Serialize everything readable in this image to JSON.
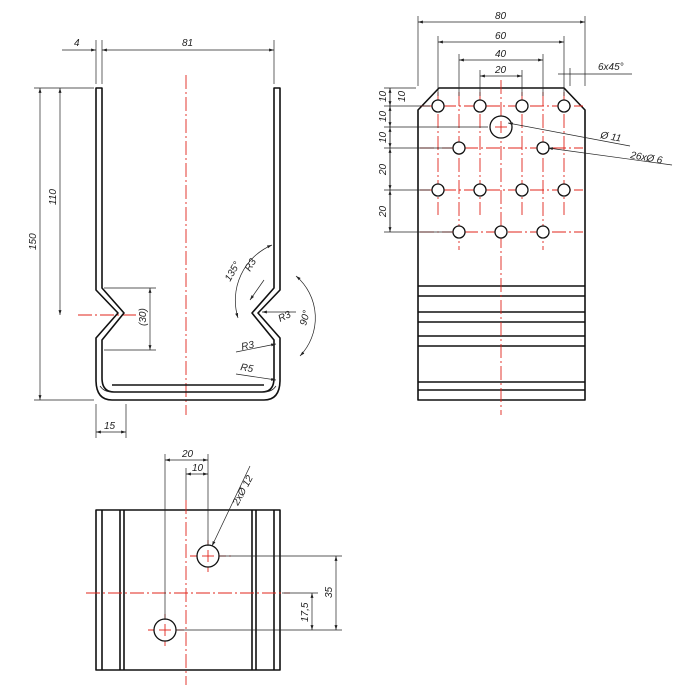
{
  "colors": {
    "outline": "#111111",
    "centerline": "#e0241b",
    "dimension": "#222222"
  },
  "front_view": {
    "dims": {
      "thickness": "4",
      "width": "81",
      "height_total": "150",
      "height_notch": "110",
      "notch_depth": "(30)",
      "base_offset": "15",
      "angle_notch": "135°",
      "angle_bend": "90°",
      "r_notch_top": "R3",
      "r_notch_mid": "R3",
      "r_notch_low": "R3",
      "r_base": "R5"
    }
  },
  "side_view": {
    "dims": {
      "width_80": "80",
      "width_60": "60",
      "width_40": "40",
      "width_20": "20",
      "chamfer": "6x45°",
      "v10a": "10",
      "v10b": "10",
      "v10c": "10",
      "v10d": "10",
      "v20a": "20",
      "v20b": "20",
      "dia_big": "Ø 11",
      "dia_small": "26xØ 6"
    }
  },
  "top_view": {
    "dims": {
      "h20": "20",
      "h10": "10",
      "holes": "2xØ 12",
      "v35": "35",
      "v175": "17,5"
    }
  }
}
